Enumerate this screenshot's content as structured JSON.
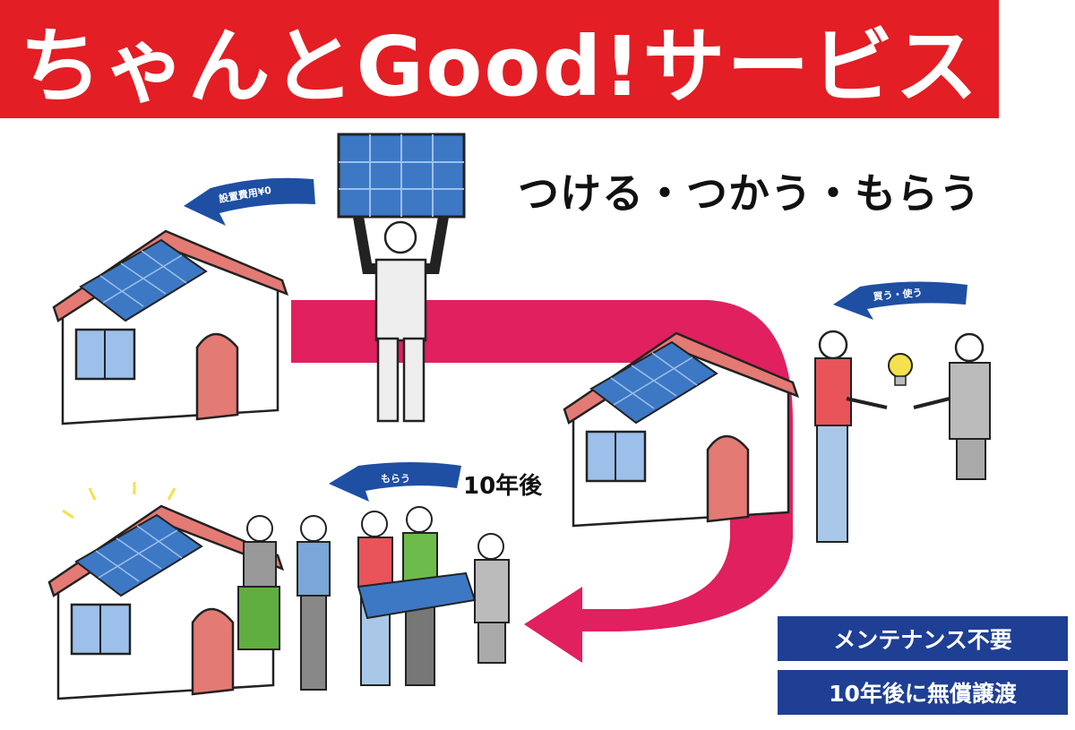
{
  "title": "ちゃんとGood!サービス",
  "subtitle": "つける・つかう・もらう",
  "steps": {
    "install_label": "設置費用¥0",
    "use_label": "買う・使う",
    "receive_label": "もらう",
    "after_years": "10年後"
  },
  "features": [
    "メンテナンス不要",
    "10年後に無償譲渡"
  ],
  "colors": {
    "banner": "#e31e24",
    "flow_arrow": "#e0205f",
    "label_arrow": "#1e4fa3",
    "feature_box": "#1e3f93"
  }
}
